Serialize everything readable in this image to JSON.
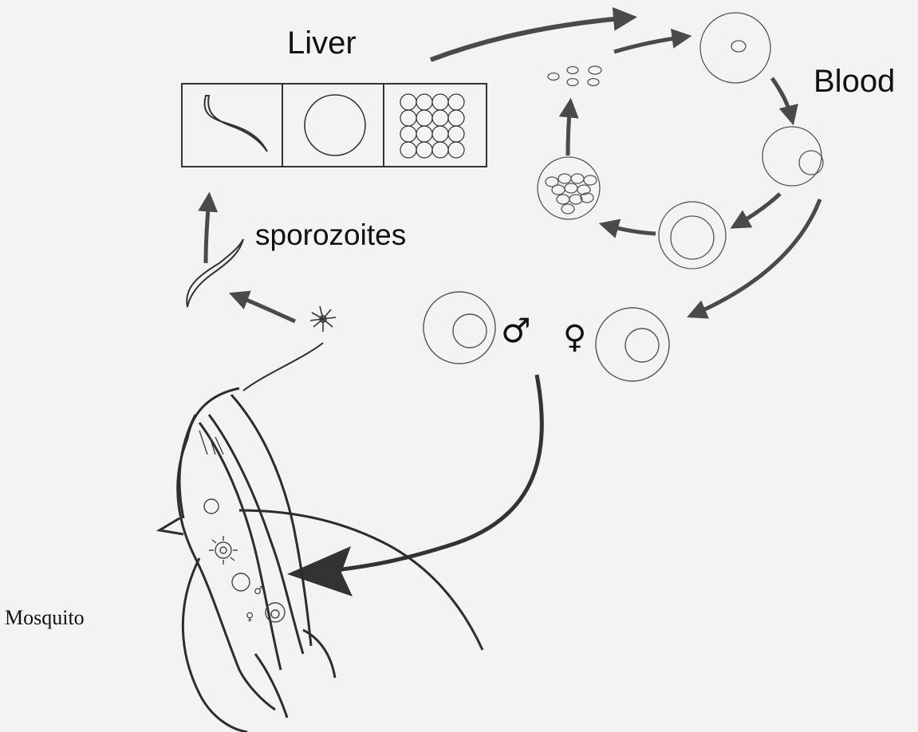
{
  "labels": {
    "liver": "Liver",
    "blood": "Blood",
    "sporozoites": "sporozoites",
    "mosquito": "Mosquito",
    "male_symbol": "♂",
    "female_symbol": "♀"
  },
  "stages": {
    "liver_panels": [
      "sporozoite-panel",
      "schizont-panel",
      "merozoite-panel"
    ],
    "blood_cycle": [
      "ring-stage",
      "trophozoite",
      "early-schizont",
      "mature-schizont",
      "merozoites-released"
    ],
    "sexual": [
      "male-gametocyte",
      "female-gametocyte"
    ]
  },
  "colors": {
    "ink": "#333333",
    "arrow": "#4a4a4a",
    "paper": "#f3f3f1",
    "bleed_text": "#d8d8d5"
  }
}
